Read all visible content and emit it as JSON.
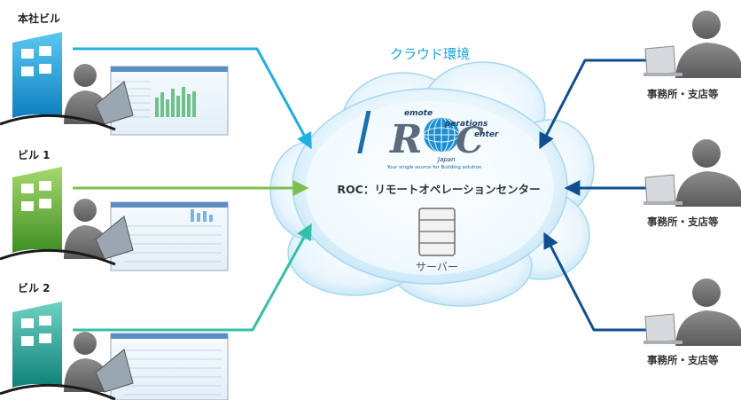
{
  "cloud": {
    "title": "クラウド環境",
    "roc_label": "ROC：リモートオペレーションセンター",
    "server_label": "サーバー"
  },
  "logo": {
    "word1": "emote",
    "word2": "perations",
    "word3": "enter",
    "country": "Japan",
    "tagline": "Your single source for Building solution"
  },
  "buildings": [
    {
      "label": "本社ビル",
      "color": "#1fa8d8",
      "color_dark": "#0d6fa8"
    },
    {
      "label": "ビル 1",
      "color": "#7cc04a",
      "color_dark": "#3f8a24"
    },
    {
      "label": "ビル 2",
      "color": "#2fb8a8",
      "color_dark": "#0f7f79"
    }
  ],
  "offices": [
    {
      "label": "事務所・支店等"
    },
    {
      "label": "事務所・支店等"
    },
    {
      "label": "事務所・支店等"
    }
  ],
  "colors": {
    "arrow_building_main": "#1fb0e0",
    "arrow_building_1": "#7cc04a",
    "arrow_building_2": "#35bfa8",
    "arrow_office": "#0f4f8f",
    "cloud_title": "#1aa6d9"
  }
}
